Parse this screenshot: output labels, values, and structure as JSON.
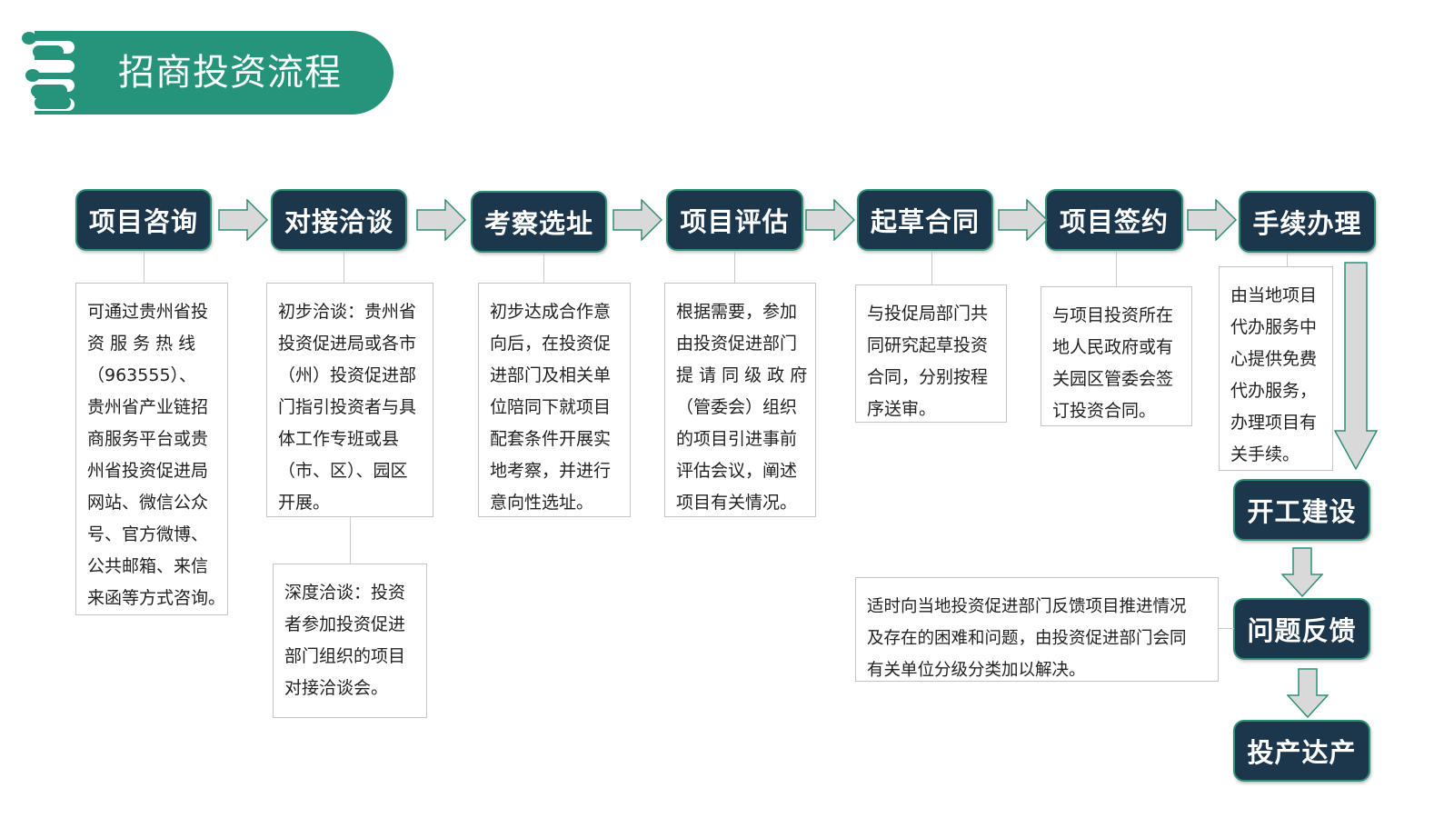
{
  "header": {
    "title": "招商投资流程",
    "accent_color": "#26947a"
  },
  "colors": {
    "step_fill": "#1c364c",
    "step_border": "#2e8f77",
    "arrow_fill": "#d9d9d9",
    "arrow_border": "#2e8f77",
    "note_border": "#c4c4c4"
  },
  "steps": [
    {
      "label": "项目咨询"
    },
    {
      "label": "对接洽谈"
    },
    {
      "label": "考察选址"
    },
    {
      "label": "项目评估"
    },
    {
      "label": "起草合同"
    },
    {
      "label": "项目签约"
    },
    {
      "label": "手续办理"
    },
    {
      "label": "开工建设"
    },
    {
      "label": "问题反馈"
    },
    {
      "label": "投产达产"
    }
  ],
  "notes": {
    "consult": {
      "lines": [
        "可通过贵州省投",
        "资 服 务 热 线",
        "（963555）、",
        "贵州省产业链招",
        "商服务平台或贵",
        "州省投资促进局",
        "网站、微信公众",
        "号、官方微博、",
        "公共邮箱、来信",
        "来函等方式咨询。"
      ]
    },
    "negotiate_initial": {
      "lines": [
        "初步洽谈：贵州省",
        "投资促进局或各市",
        "（州）投资促进部",
        "门指引投资者与具",
        "体工作专班或县",
        "（市、区）、园区",
        "开展。"
      ]
    },
    "negotiate_deep": {
      "lines": [
        "深度洽谈：投资",
        "者参加投资促进",
        "部门组织的项目",
        "对接洽谈会。"
      ]
    },
    "inspect": {
      "lines": [
        "初步达成合作意",
        "向后，在投资促",
        "进部门及相关单",
        "位陪同下就项目",
        "配套条件开展实",
        "地考察，并进行",
        "意向性选址。"
      ]
    },
    "evaluate": {
      "lines": [
        "根据需要，参加",
        "由投资促进部门",
        "提 请 同 级 政 府",
        "（管委会）组织",
        "的项目引进事前",
        "评估会议，阐述",
        "项目有关情况。"
      ]
    },
    "draft": {
      "lines": [
        "与投促局部门共",
        "同研究起草投资",
        "合同，分别按程",
        "序送审。"
      ]
    },
    "sign": {
      "lines": [
        "与项目投资所在",
        "地人民政府或有",
        "关园区管委会签",
        "订投资合同。"
      ]
    },
    "procedures": {
      "lines": [
        "由当地项目",
        "代办服务中",
        "心提供免费",
        "代办服务，",
        "办理项目有",
        "关手续。"
      ]
    },
    "feedback": {
      "lines": [
        "适时向当地投资促进部门反馈项目推进情况",
        "及存在的困难和问题，由投资促进部门会同",
        "有关单位分级分类加以解决。"
      ]
    }
  }
}
